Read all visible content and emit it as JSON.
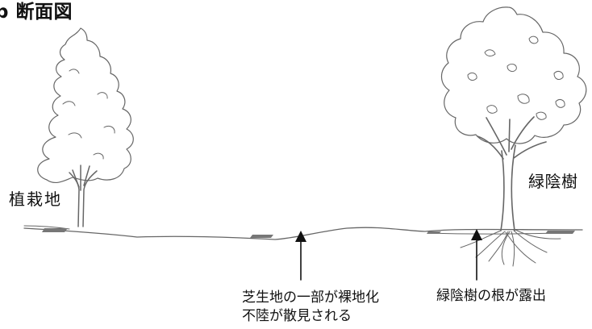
{
  "title": "b 断面図",
  "labels": {
    "planting_area": "植栽地",
    "shade_tree": "緑陰樹"
  },
  "annotations": {
    "bare_ground_line1": "芝生地の一部が裸地化",
    "bare_ground_line2": "不陸が散見される",
    "exposed_roots": "緑陰樹の根が露出"
  },
  "colors": {
    "ink": "#111111",
    "sketch": "#666666"
  }
}
